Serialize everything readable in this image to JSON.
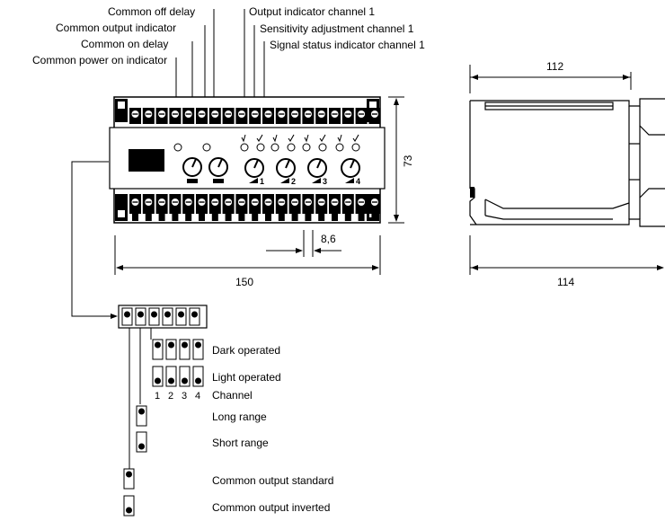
{
  "callouts": {
    "common_off_delay": "Common off delay",
    "common_output_indicator": "Common output indicator",
    "common_on_delay": "Common on delay",
    "common_power_on_indicator": "Common power on indicator",
    "output_indicator_ch1": "Output indicator channel 1",
    "sensitivity_adjustment_ch1": "Sensitivity adjustment channel 1",
    "signal_status_indicator_ch1": "Signal status indicator channel 1"
  },
  "dimensions": {
    "front_width": "150",
    "front_height": "73",
    "terminal_pitch": "8,6",
    "side_top": "112",
    "side_bottom": "114"
  },
  "pot_labels": [
    "1",
    "2",
    "3",
    "4"
  ],
  "dip_legend": {
    "dark_operated": "Dark operated",
    "light_operated": "Light operated",
    "channel_numbers": [
      "1",
      "2",
      "3",
      "4"
    ],
    "channel": "Channel",
    "long_range": "Long range",
    "short_range": "Short range",
    "common_output_standard": "Common output standard",
    "common_output_inverted": "Common output inverted"
  }
}
